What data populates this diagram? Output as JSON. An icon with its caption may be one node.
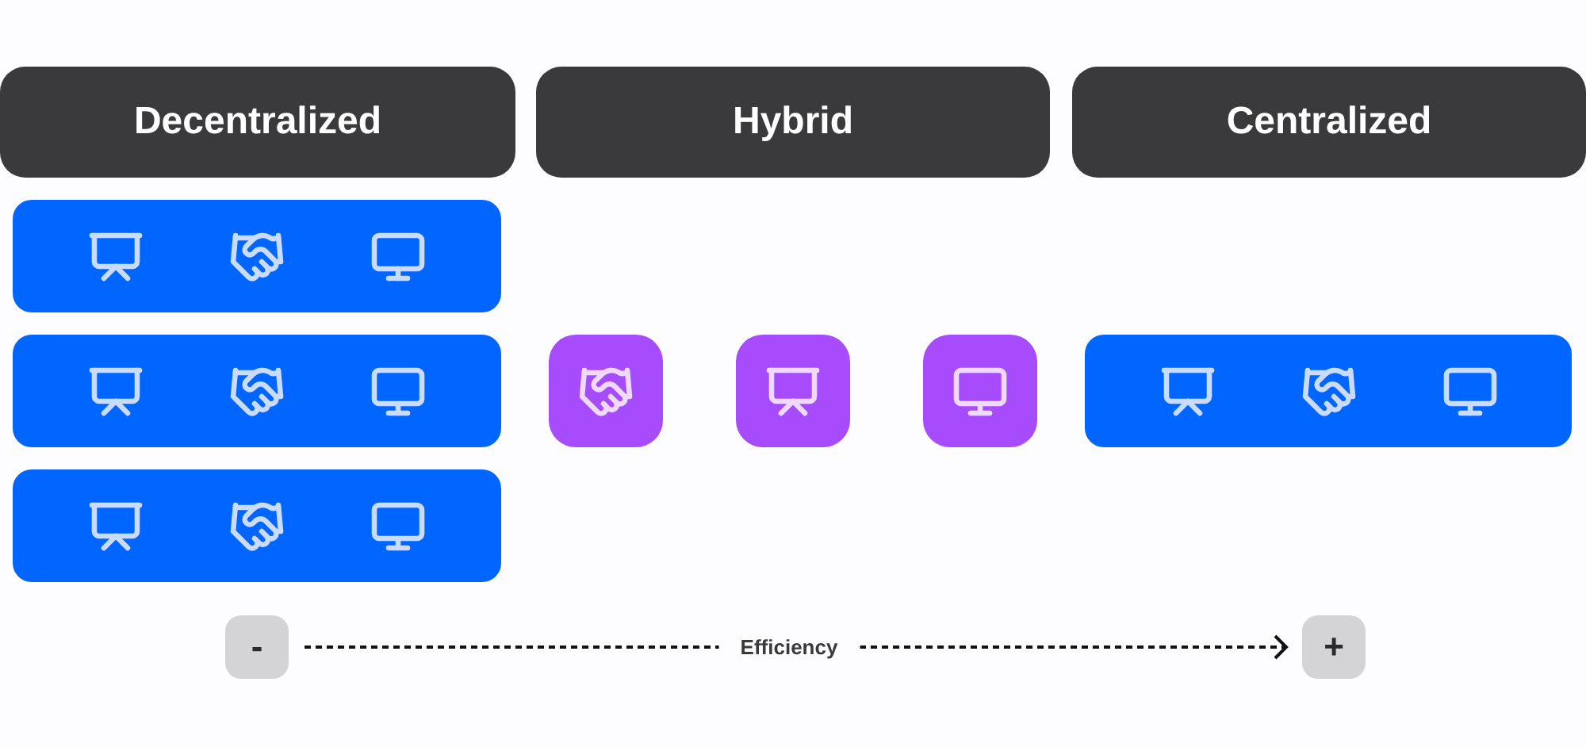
{
  "diagram": {
    "nodes": [
      {
        "text": [
          "Decentralized"
        ]
      },
      {
        "text": [
          "Hybrid"
        ]
      },
      {
        "text": [
          "Centralized"
        ]
      },
      {
        "text": [],
        "shape": "bar"
      },
      {
        "text": [],
        "shape": "bar"
      },
      {
        "text": [],
        "shape": "bar"
      },
      {
        "text": [],
        "shape": "box"
      },
      {
        "text": [],
        "shape": "box"
      },
      {
        "text": [],
        "shape": "box"
      },
      {
        "text": [],
        "shape": "bar"
      },
      {
        "text": [
          "-"
        ]
      },
      {
        "text": [
          "+"
        ]
      }
    ],
    "edges": [
      {
        "from": 10,
        "to": 11,
        "arrow": "to",
        "label": "Efficiency",
        "style": "dashed"
      }
    ]
  }
}
